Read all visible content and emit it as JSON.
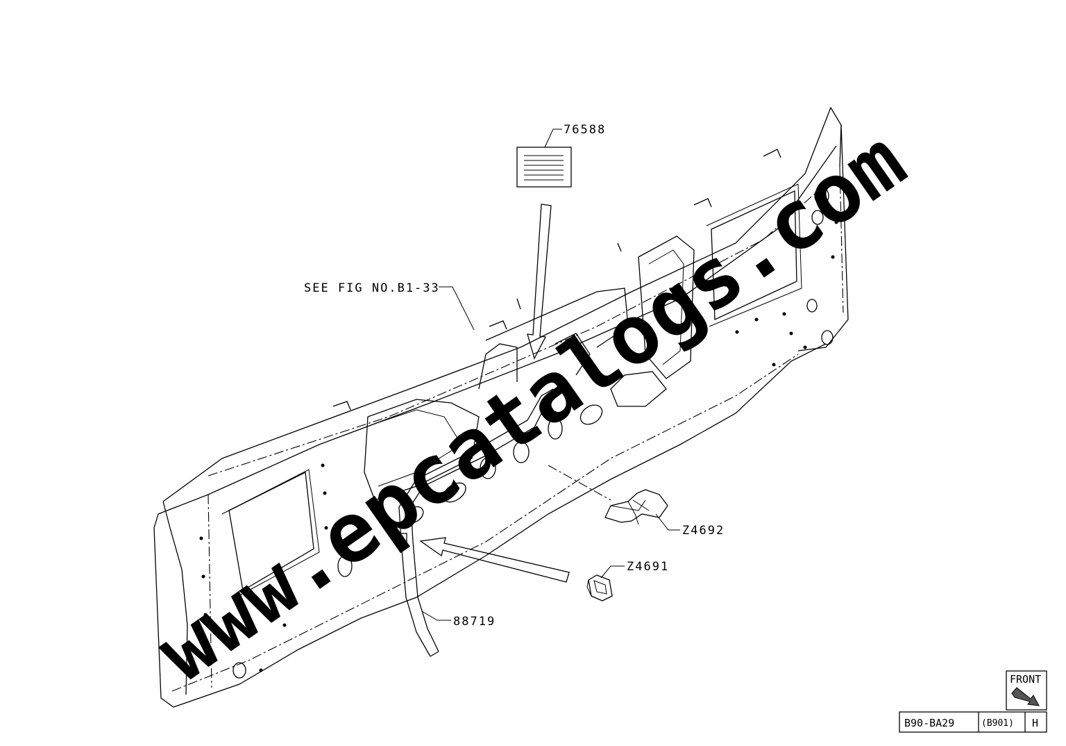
{
  "watermark": "www.epcatalogs.com",
  "callouts": {
    "label_part": "76588",
    "see_fig": "SEE FIG NO.B1-33",
    "bracket_a": "Z4692",
    "clip_b": "Z4691",
    "harness": "88719"
  },
  "front_indicator": {
    "label": "FRONT"
  },
  "title_block": {
    "figure_code": "B90-BA29",
    "group_code": "(B901)",
    "revision": "H"
  }
}
